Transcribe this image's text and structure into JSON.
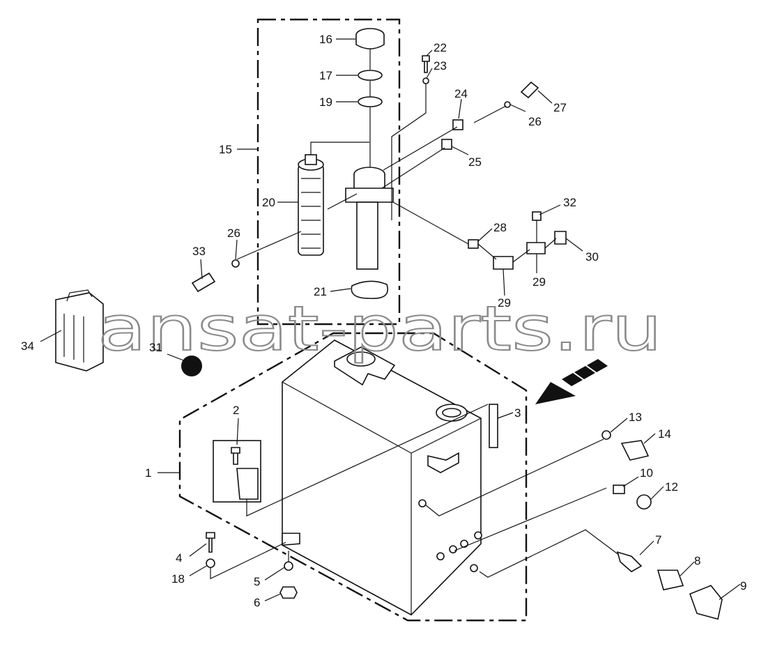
{
  "watermark": "ansat-parts.ru",
  "callouts": [
    "16",
    "17",
    "19",
    "15",
    "20",
    "26",
    "33",
    "34",
    "31",
    "21",
    "22",
    "23",
    "24",
    "25",
    "26",
    "27",
    "28",
    "32",
    "30",
    "29",
    "29",
    "2",
    "1",
    "3",
    "13",
    "14",
    "10",
    "12",
    "7",
    "8",
    "9",
    "4",
    "18",
    "5",
    "6"
  ]
}
